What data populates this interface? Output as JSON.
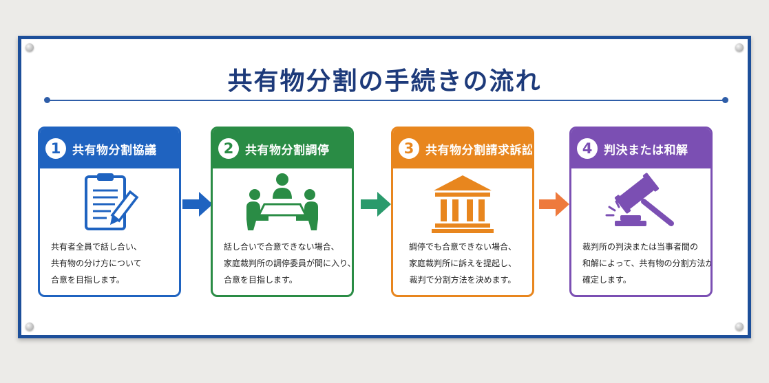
{
  "title": "共有物分割の手続きの流れ",
  "colors": {
    "frame": "#1d4f9a",
    "title": "#1d3a7a",
    "step1": "#1f63c0",
    "step2": "#2a8c45",
    "step3": "#e8861e",
    "step4": "#7b4fb3"
  },
  "steps": [
    {
      "number": "1",
      "label": "共有物分割協議",
      "icon": "clipboard-pen-icon",
      "lines": [
        "共有者全員で話し合い、",
        "共有物の分け方について",
        "合意を目指します。"
      ]
    },
    {
      "number": "2",
      "label": "共有物分割調停",
      "icon": "meeting-icon",
      "lines": [
        "話し合いで合意できない場合、",
        "家庭裁判所の調停委員が間に入り、",
        "合意を目指します。"
      ]
    },
    {
      "number": "3",
      "label": "共有物分割請求訴訟",
      "icon": "courthouse-icon",
      "lines": [
        "調停でも合意できない場合、",
        "家庭裁判所に訴えを提起し、",
        "裁判で分割方法を決めます。"
      ]
    },
    {
      "number": "4",
      "label": "判決または和解",
      "icon": "gavel-icon",
      "lines": [
        "裁判所の判決または当事者間の",
        "和解によって、共有物の分割方法が",
        "確定します。"
      ]
    }
  ],
  "arrows": [
    "arrow-right-icon",
    "arrow-right-icon",
    "arrow-right-icon"
  ]
}
